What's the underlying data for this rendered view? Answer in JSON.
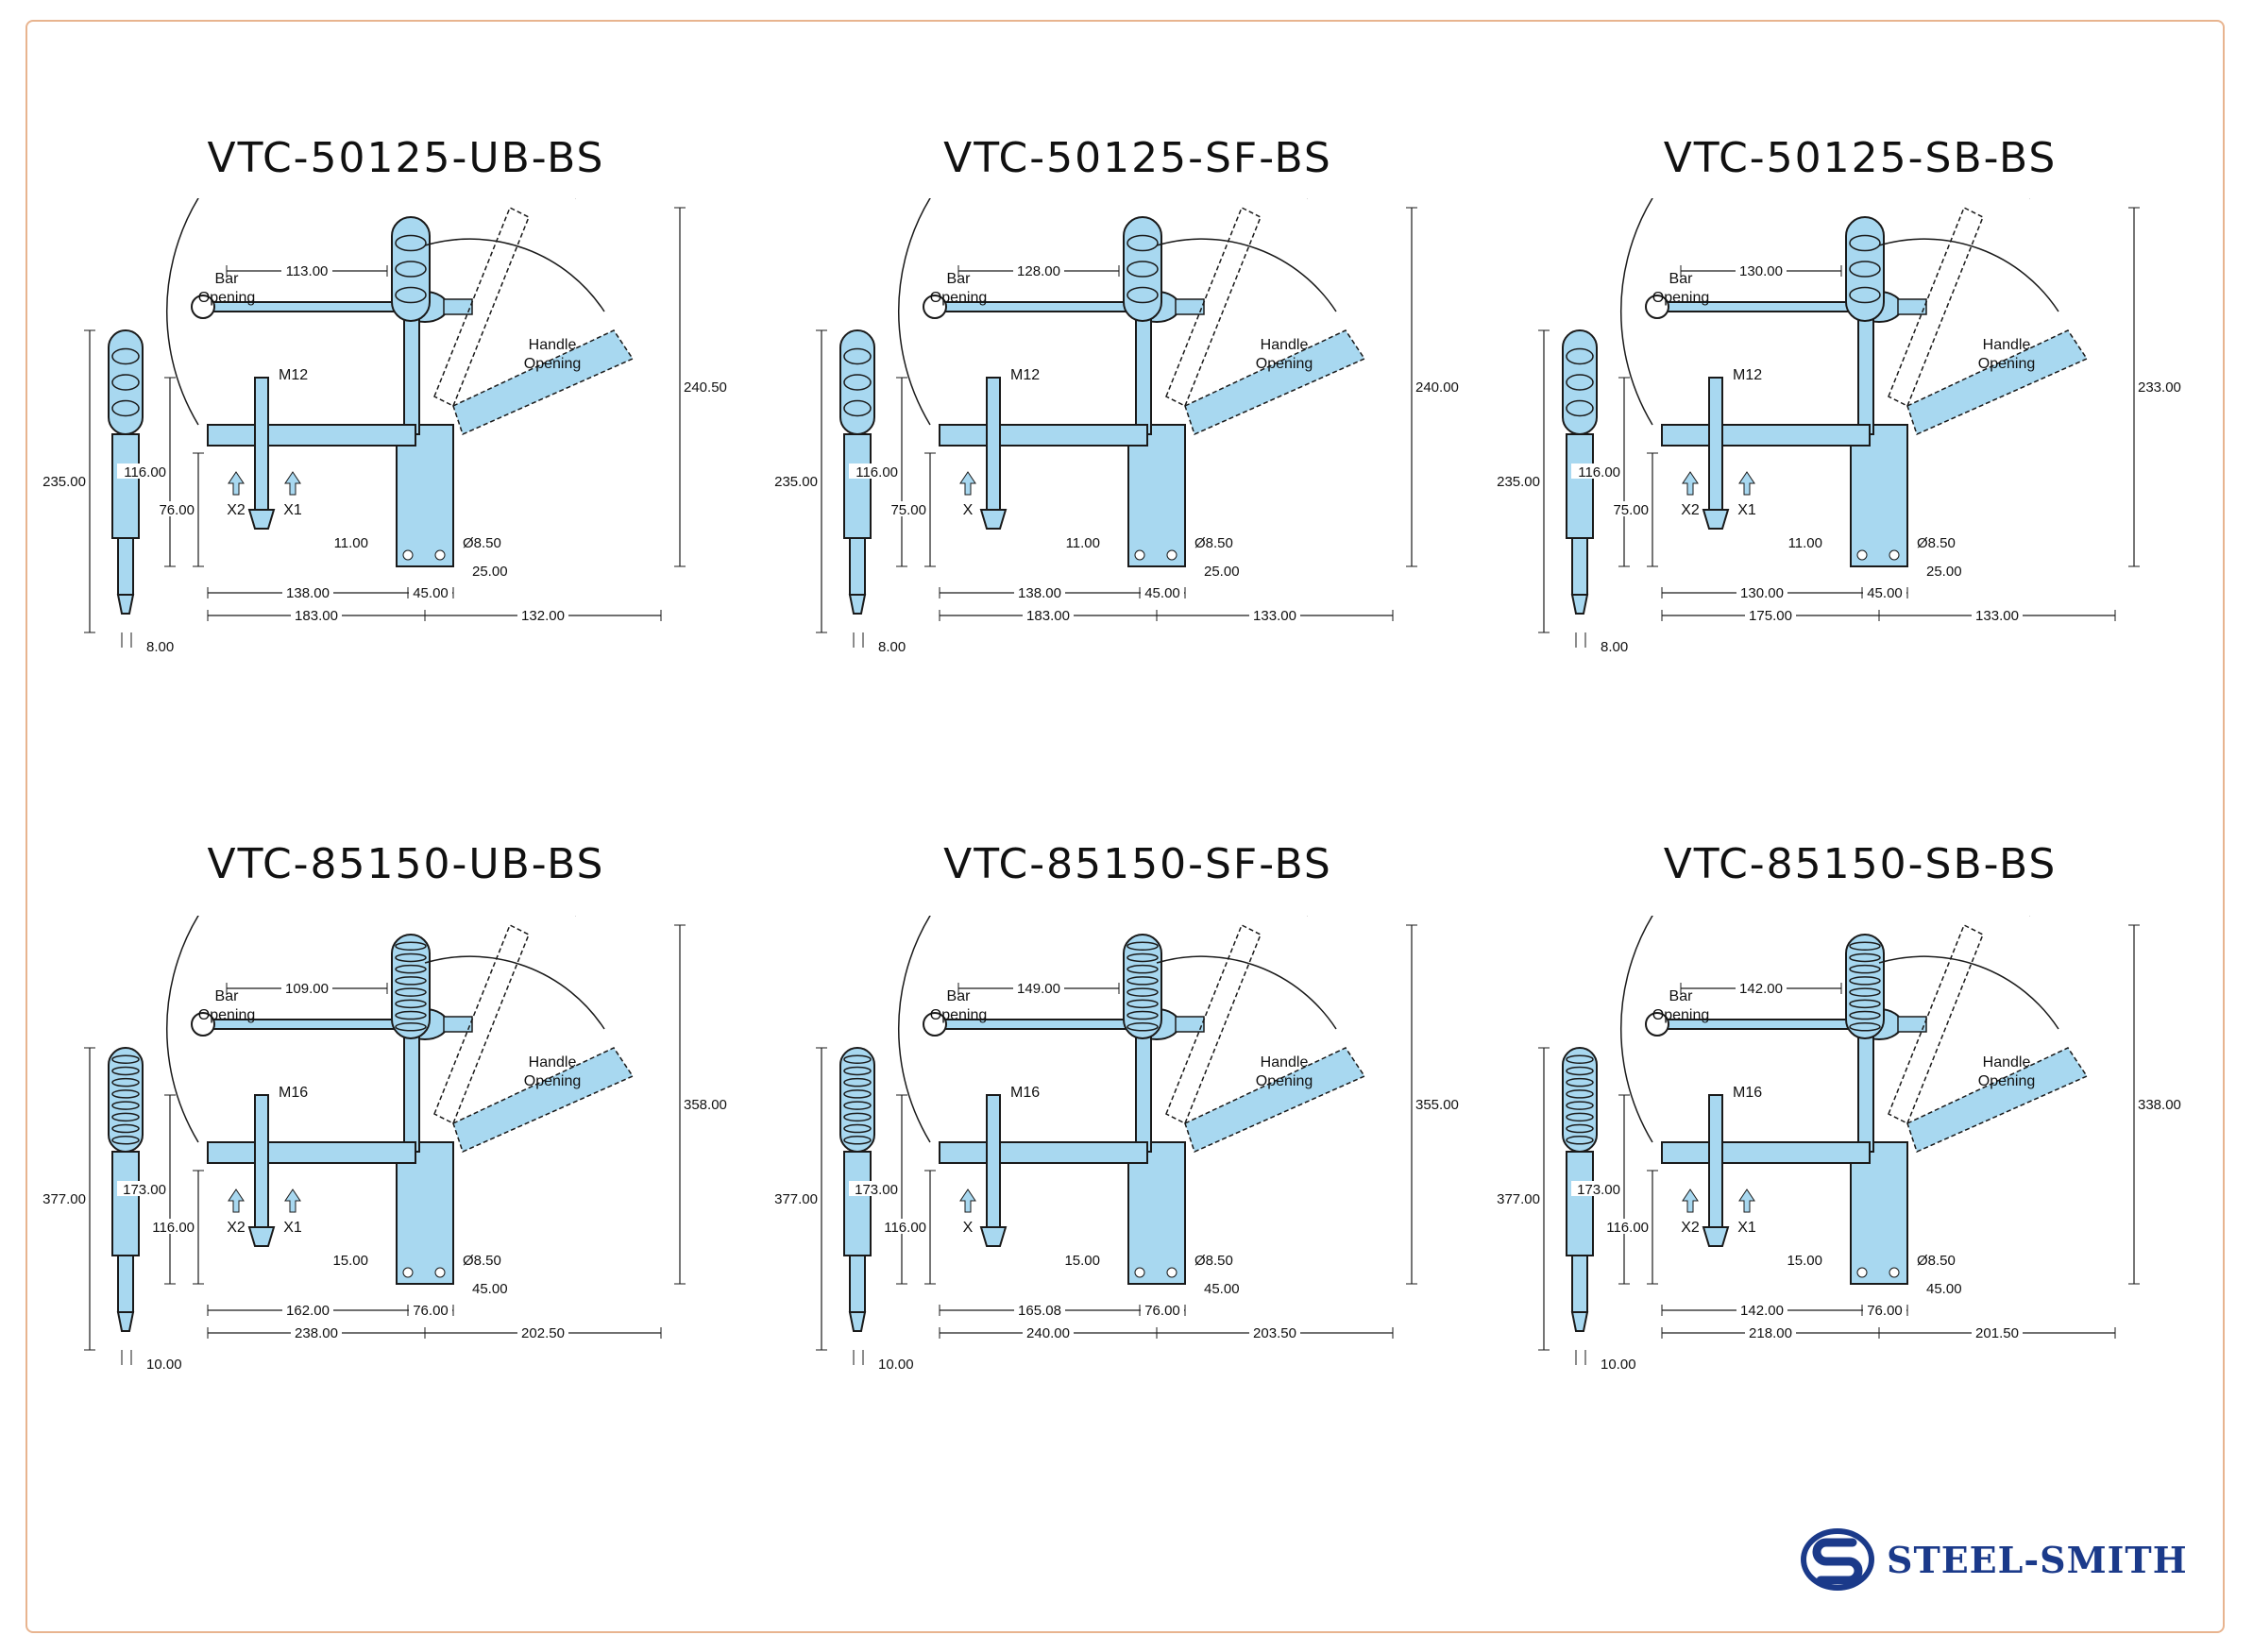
{
  "panels": [
    {
      "title": "VTC-50125-UB-BS",
      "variant": "UB",
      "thread": "M12",
      "top_len": "113.00",
      "side_height": "235.00",
      "side_width": "8.00",
      "bar_height": "116.00",
      "base_height": "76.00",
      "left1": "138.00",
      "left2": "183.00",
      "mid": "45.00",
      "right": "132.00",
      "small1": "11.00",
      "small2": "25.00",
      "hole": "Ø8.50",
      "total_height": "240.50",
      "label_bar": [
        "Bar",
        "Opening"
      ],
      "label_handle": [
        "Handle",
        "Opening"
      ],
      "arrows": [
        "X2",
        "X1"
      ]
    },
    {
      "title": "VTC-50125-SF-BS",
      "variant": "SF",
      "thread": "M12",
      "top_len": "128.00",
      "side_height": "235.00",
      "side_width": "8.00",
      "bar_height": "116.00",
      "base_height": "75.00",
      "left1": "138.00",
      "left2": "183.00",
      "mid": "45.00",
      "right": "133.00",
      "small1": "11.00",
      "small2": "25.00",
      "hole": "Ø8.50",
      "total_height": "240.00",
      "label_bar": [
        "Bar",
        "Opening"
      ],
      "label_handle": [
        "Handle",
        "Opening"
      ],
      "arrows": [
        "X"
      ]
    },
    {
      "title": "VTC-50125-SB-BS",
      "variant": "SB",
      "thread": "M12",
      "top_len": "130.00",
      "side_height": "235.00",
      "side_width": "8.00",
      "bar_height": "116.00",
      "base_height": "75.00",
      "left1": "130.00",
      "left2": "175.00",
      "mid": "45.00",
      "right": "133.00",
      "small1": "11.00",
      "small2": "25.00",
      "hole": "Ø8.50",
      "total_height": "233.00",
      "label_bar": [
        "Bar",
        "Opening"
      ],
      "label_handle": [
        "Handle",
        "Opening"
      ],
      "arrows": [
        "X2",
        "X1"
      ]
    },
    {
      "title": "VTC-85150-UB-BS",
      "variant": "UB",
      "thread": "M16",
      "top_len": "109.00",
      "side_height": "377.00",
      "side_width": "10.00",
      "bar_height": "173.00",
      "base_height": "116.00",
      "left1": "162.00",
      "left2": "238.00",
      "mid": "76.00",
      "right": "202.50",
      "small1": "15.00",
      "small2": "45.00",
      "hole": "Ø8.50",
      "total_height": "358.00",
      "label_bar": [
        "Bar",
        "Opening"
      ],
      "label_handle": [
        "Handle",
        "Opening"
      ],
      "arrows": [
        "X2",
        "X1"
      ]
    },
    {
      "title": "VTC-85150-SF-BS",
      "variant": "SF",
      "thread": "M16",
      "top_len": "149.00",
      "side_height": "377.00",
      "side_width": "10.00",
      "bar_height": "173.00",
      "base_height": "116.00",
      "left1": "165.08",
      "left2": "240.00",
      "mid": "76.00",
      "right": "203.50",
      "small1": "15.00",
      "small2": "45.00",
      "hole": "Ø8.50",
      "total_height": "355.00",
      "label_bar": [
        "Bar",
        "Opening"
      ],
      "label_handle": [
        "Handle",
        "Opening"
      ],
      "arrows": [
        "X"
      ]
    },
    {
      "title": "VTC-85150-SB-BS",
      "variant": "SB",
      "thread": "M16",
      "top_len": "142.00",
      "side_height": "377.00",
      "side_width": "10.00",
      "bar_height": "173.00",
      "base_height": "116.00",
      "left1": "142.00",
      "left2": "218.00",
      "mid": "76.00",
      "right": "201.50",
      "small1": "15.00",
      "small2": "45.00",
      "hole": "Ø8.50",
      "total_height": "338.00",
      "label_bar": [
        "Bar",
        "Opening"
      ],
      "label_handle": [
        "Handle",
        "Opening"
      ],
      "arrows": [
        "X2",
        "X1"
      ]
    }
  ],
  "brand": {
    "name": "STEEL-SMITH"
  },
  "colors": {
    "part_fill": "#a8d8f0",
    "line": "#1a1a1a",
    "border": "#e8b48f",
    "brand": "#1b3a8a"
  }
}
